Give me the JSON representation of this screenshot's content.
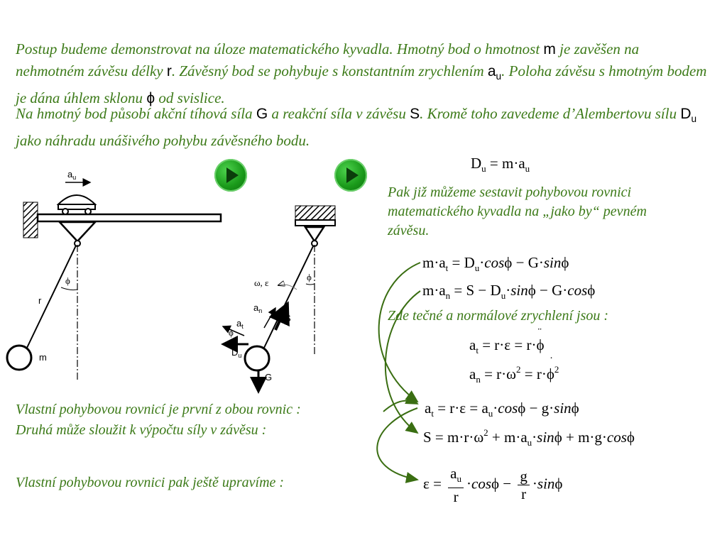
{
  "intro": {
    "p1_a": "Postup budeme demonstrovat na úloze matematického kyvadla. Hmotný bod o hmotnost ",
    "p1_m": "m",
    "p1_b": " je zavěšen na nehmotném závěsu délky ",
    "p1_r": "r",
    "p1_c": ". Závěsný bod se pohybuje s konstantním zrychlením ",
    "p1_au": "a",
    "p1_au_sub": "u",
    "p1_d": ". Poloha závěsu s hmotným bodem je dána úhlem sklonu ",
    "p1_phi": "ϕ",
    "p1_e": " od svislice.",
    "p2_a": "Na hmotný bod působí akční tíhová síla ",
    "p2_G": "G",
    "p2_b": " a reakční síla v závěsu ",
    "p2_S": "S",
    "p2_c": ". Kromě toho zavedeme d’Alembertovu sílu ",
    "p2_D": "D",
    "p2_D_sub": "u",
    "p2_d": " jako náhradu unášivého pohybu závěsného bodu."
  },
  "texts": {
    "side": "Pak již můžeme sestavit pohybovou rovnici matematického kyvadla na „jako by“ pevném závěsu.",
    "tangent": "Zde tečné a normálové zrychlení jsou :",
    "motion1": "Vlastní pohybovou rovnicí je první z obou rovnic :",
    "motion2": "Druhá může sloužit k výpočtu síly v závěsu :",
    "adjust": "Vlastní pohybovou rovnici pak ještě upravíme :"
  },
  "diagram": {
    "au": "a",
    "au_sub": "u",
    "phi": "ϕ",
    "r": "r",
    "m": "m",
    "omega_eps": "ω, ε",
    "an": "a",
    "an_sub": "n",
    "at": "a",
    "at_sub": "t",
    "S": "S",
    "Du": "D",
    "Du_sub": "u",
    "G": "G"
  },
  "icons": {
    "play1": "play-icon",
    "play2": "play-icon"
  },
  "colors": {
    "text_green": "#3c7a18",
    "arrow_green": "#3a6e12",
    "play_green": "#1a9a1a"
  }
}
